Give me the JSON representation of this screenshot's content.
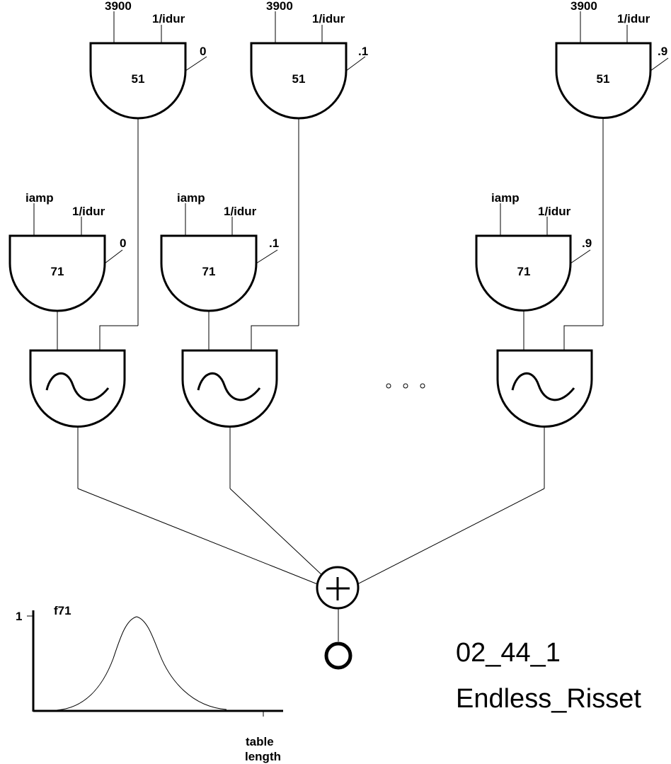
{
  "envelope_units": [
    {
      "inputs": {
        "amp": "3900",
        "dur": "1/idur",
        "phase": "0"
      },
      "table": "51"
    },
    {
      "inputs": {
        "amp": "3900",
        "dur": "1/idur",
        "phase": ".1"
      },
      "table": "51"
    },
    {
      "inputs": {
        "amp": "3900",
        "dur": "1/idur",
        "phase": ".9"
      },
      "table": "51"
    }
  ],
  "amp_units": [
    {
      "inputs": {
        "amp": "iamp",
        "dur": "1/idur",
        "phase": "0"
      },
      "table": "71"
    },
    {
      "inputs": {
        "amp": "iamp",
        "dur": "1/idur",
        "phase": ".1"
      },
      "table": "71"
    },
    {
      "inputs": {
        "amp": "iamp",
        "dur": "1/idur",
        "phase": ".9"
      },
      "table": "71"
    }
  ],
  "oscillators": [
    {
      "icon": "sine-wave-icon"
    },
    {
      "icon": "sine-wave-icon"
    },
    {
      "icon": "sine-wave-icon"
    }
  ],
  "ellipsis_icon": "ellipsis-dots-icon",
  "mixer": {
    "icon": "plus-circle-icon"
  },
  "output": {
    "icon": "output-circle-icon"
  },
  "function_plot": {
    "label": "f71",
    "y_tick": "1",
    "x_label_line1": "table",
    "x_label_line2": "length"
  },
  "title": {
    "code": "02_44_1",
    "name": "Endless_Risset"
  }
}
